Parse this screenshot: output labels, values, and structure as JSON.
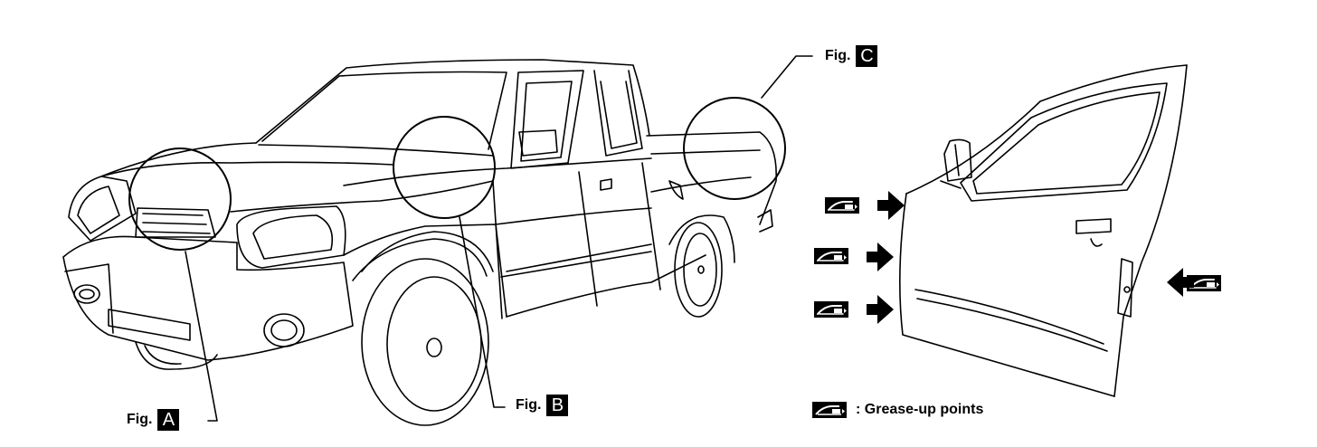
{
  "figures": {
    "a": {
      "prefix": "Fig.",
      "letter": "A"
    },
    "b": {
      "prefix": "Fig.",
      "letter": "B"
    },
    "c": {
      "prefix": "Fig.",
      "letter": "C"
    }
  },
  "legend": {
    "icon": "grease-gun-icon",
    "text": ": Grease-up points"
  },
  "colors": {
    "ink": "#000000",
    "paper": "#ffffff"
  }
}
